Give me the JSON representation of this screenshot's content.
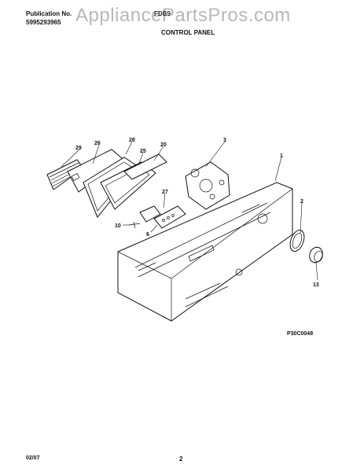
{
  "header": {
    "publication_label": "Publication No.",
    "publication_number": "5995293965",
    "model": "FDB9",
    "watermark": "AppliancePartsPros.com",
    "section_title": "CONTROL PANEL"
  },
  "diagram": {
    "figure_code": "P30C0048",
    "callouts": [
      "29",
      "26",
      "28",
      "25",
      "20",
      "3",
      "1",
      "2",
      "27",
      "10",
      "6",
      "13"
    ]
  },
  "footer": {
    "date": "02/07",
    "page": "2"
  }
}
